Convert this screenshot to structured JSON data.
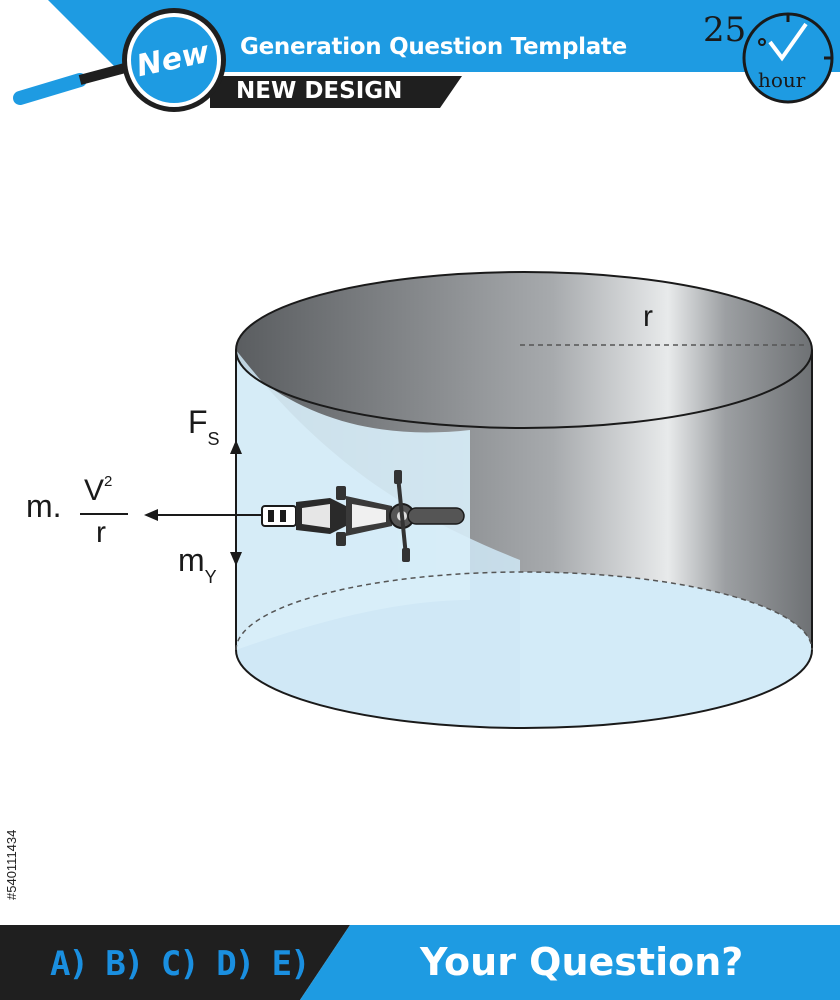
{
  "header": {
    "badge": "New",
    "title": "Generation Question Template",
    "subtitle": "NEW DESIGN",
    "timer_value": "25",
    "timer_unit": "hour"
  },
  "diagram": {
    "radius_label": "r",
    "friction_force": "F",
    "friction_subscript": "S",
    "weight": "m",
    "weight_subscript": "Y",
    "centripetal_prefix": "m.",
    "centripetal_numerator": "V",
    "centripetal_exponent": "2",
    "centripetal_denominator": "r"
  },
  "footer": {
    "options": "A) B) C) D) E)",
    "question": "Your Question?"
  },
  "side_id": "#540111434",
  "colors": {
    "brand_blue": "#1e9be2",
    "dark": "#1a1a1a",
    "cylinder_light": "#cfe8f6"
  }
}
